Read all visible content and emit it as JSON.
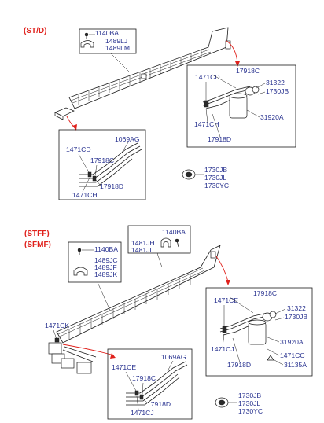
{
  "sections": [
    {
      "title": "(ST/D)",
      "top_parts": [
        "1140BA",
        "1489LJ",
        "1489LM"
      ],
      "filter_detail": [
        "17918C",
        "1471CD",
        "31322",
        "1730JB",
        "1471CH",
        "31920A",
        "17918D"
      ],
      "hose_detail": [
        "1069AG",
        "1471CD",
        "17918C",
        "17918D",
        "1471CH"
      ],
      "cap_parts": [
        "1730JB",
        "1730JL",
        "1730YC"
      ]
    },
    {
      "title_line1": "(STFF)",
      "title_line2": "(SFMF)",
      "top_parts": [
        "1481JH",
        "1481JI",
        "1140BA"
      ],
      "clip_parts_a": [
        "1140BA"
      ],
      "clip_parts_b": [
        "1489JC",
        "1489JF",
        "1489JK"
      ],
      "left_part": "1471CK",
      "filter_detail": [
        "17918C",
        "1471CE",
        "31322",
        "1730JB",
        "1471CJ",
        "31920A",
        "1471CC",
        "17918D",
        "31135A"
      ],
      "hose_detail": [
        "1069AG",
        "1471CE",
        "17918C",
        "17918D",
        "1471CJ"
      ],
      "cap_parts": [
        "1730JB",
        "1730JL",
        "1730YC"
      ]
    }
  ]
}
